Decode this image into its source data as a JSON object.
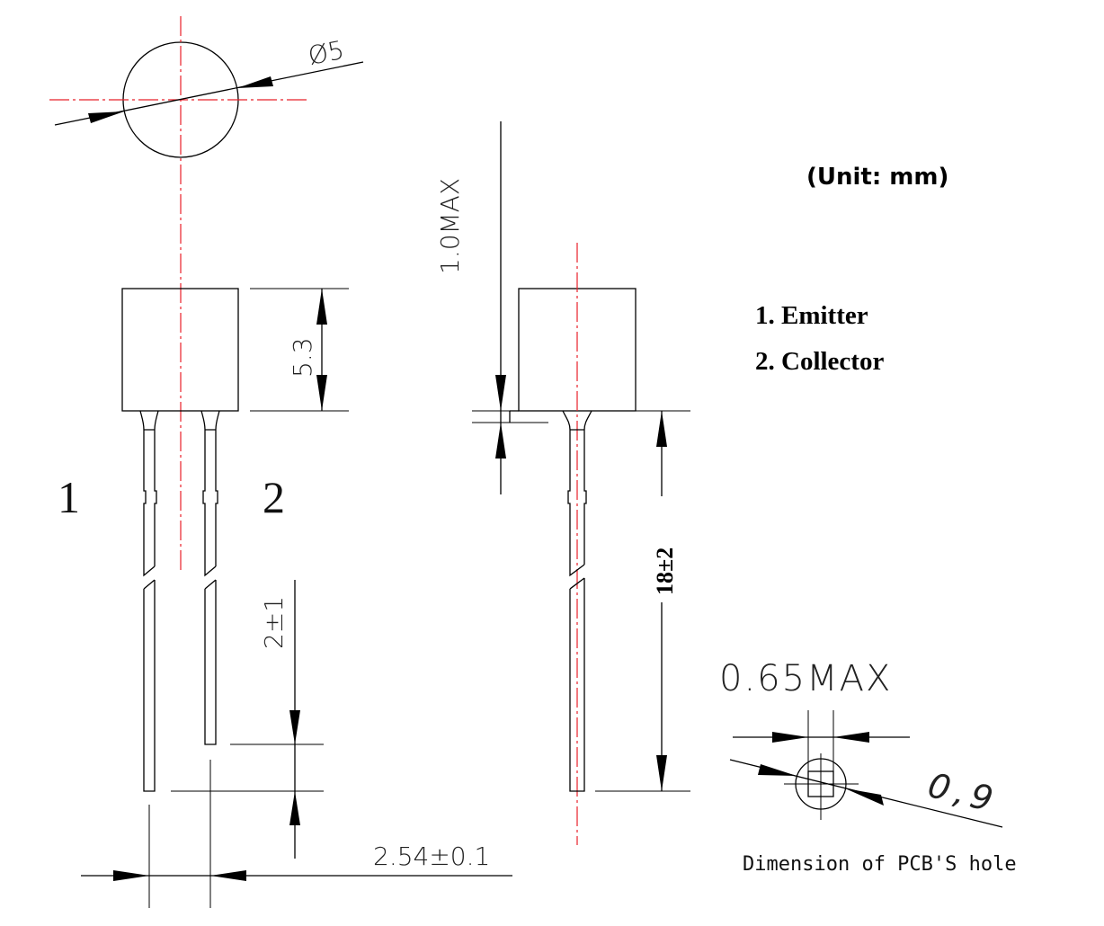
{
  "unit_label": "(Unit: mm)",
  "pin_legend": [
    "1. Emitter",
    "2. Collector"
  ],
  "pin_numbers": [
    "1",
    "2"
  ],
  "dimensions": {
    "diameter": "Ø5",
    "body_height": "5.3",
    "flange": "1.0MAX",
    "lead_length": "18±2",
    "lead_step": "2±1",
    "pitch": "2.54±0.1",
    "hole_lead_width": "0.65MAX",
    "hole_diameter": "0,9"
  },
  "pcb_hole_caption": "Dimension of PCB'S hole",
  "colors": {
    "centerline": "#e8202a",
    "lines": "#000000"
  }
}
